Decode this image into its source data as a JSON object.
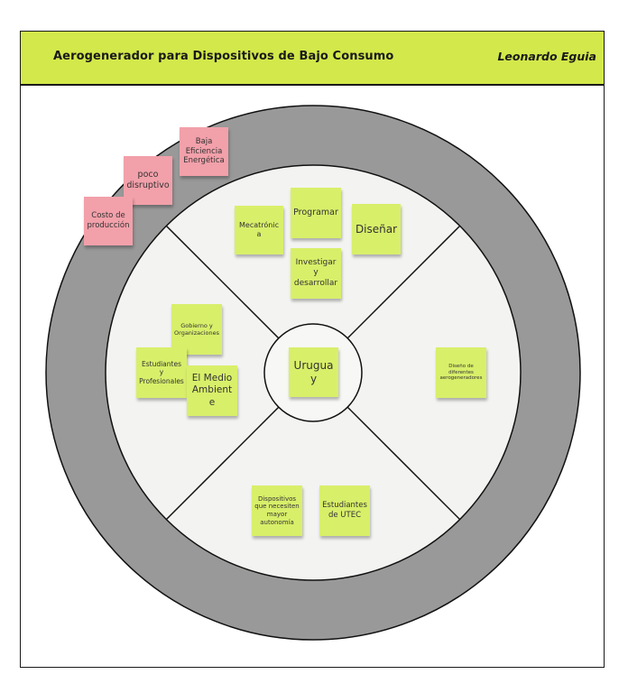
{
  "header": {
    "title": "Aerogenerador para Dispositivos de Bajo Consumo",
    "author": "Leonardo Eguia"
  },
  "colors": {
    "header_bg": "#d3e84a",
    "outer_ring": "#999999",
    "inner_area": "#f3f3f1",
    "green_note": "#d8ef6a",
    "pink_note": "#f2a0aa"
  },
  "center": {
    "label": "Uruguay"
  },
  "notes": {
    "baja_eficiencia": "Baja Eficiencia Energética",
    "poco_disruptivo": "poco disruptivo",
    "costo_produccion": "Costo de producción",
    "mecatronica": "Mecatrónica",
    "programar": "Programar",
    "disenar": "Diseñar",
    "investigar": "Investigar y desarrollar",
    "gobierno": "Gobierno y Organizaciones",
    "estudiantes_prof": "Estudiantes y Profesionales",
    "medio_ambiente": "El Medio Ambiente",
    "diseno_aero": "Diseño de diferentes aerogeneradores",
    "dispositivos": "Dispositivos que necesiten mayor autonomía",
    "estudiantes_utec": "Estudiantes de UTEC"
  }
}
